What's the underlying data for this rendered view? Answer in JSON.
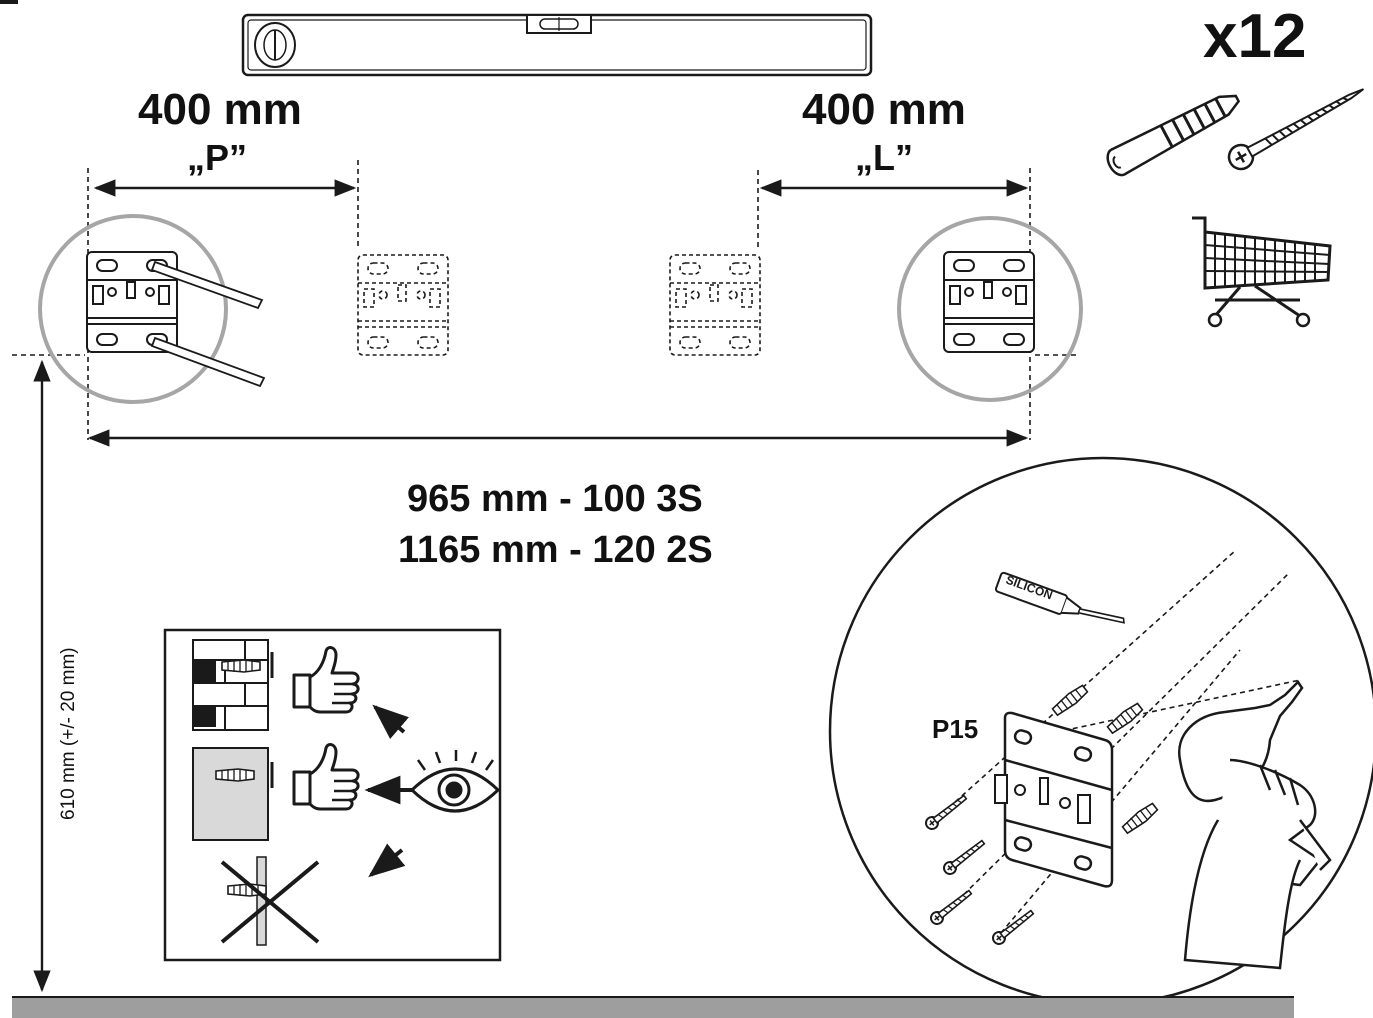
{
  "dims": {
    "left_span": "400 mm",
    "left_tag": "„P”",
    "right_span": "400 mm",
    "right_tag": "„L”",
    "total_line1": "965 mm - 100 3S",
    "total_line2": "1165 mm - 120 2S",
    "height": "610 mm (+/- 20 mm)"
  },
  "parts": {
    "quantity": "x12",
    "bracket_code": "P15",
    "sealant_label": "SILICON"
  },
  "icons": [
    "spirit-level-icon",
    "wall-plug-icon",
    "screw-icon",
    "shopping-cart-icon",
    "wall-bracket-icon",
    "eye-icon",
    "thumbs-up-icon",
    "drill-icon",
    "silicone-tube-icon"
  ],
  "colors": {
    "line": "#1a1a1a",
    "circle": "#a6a6a6",
    "floor": "#9e9e9e",
    "panel": "#d9d9d9"
  }
}
